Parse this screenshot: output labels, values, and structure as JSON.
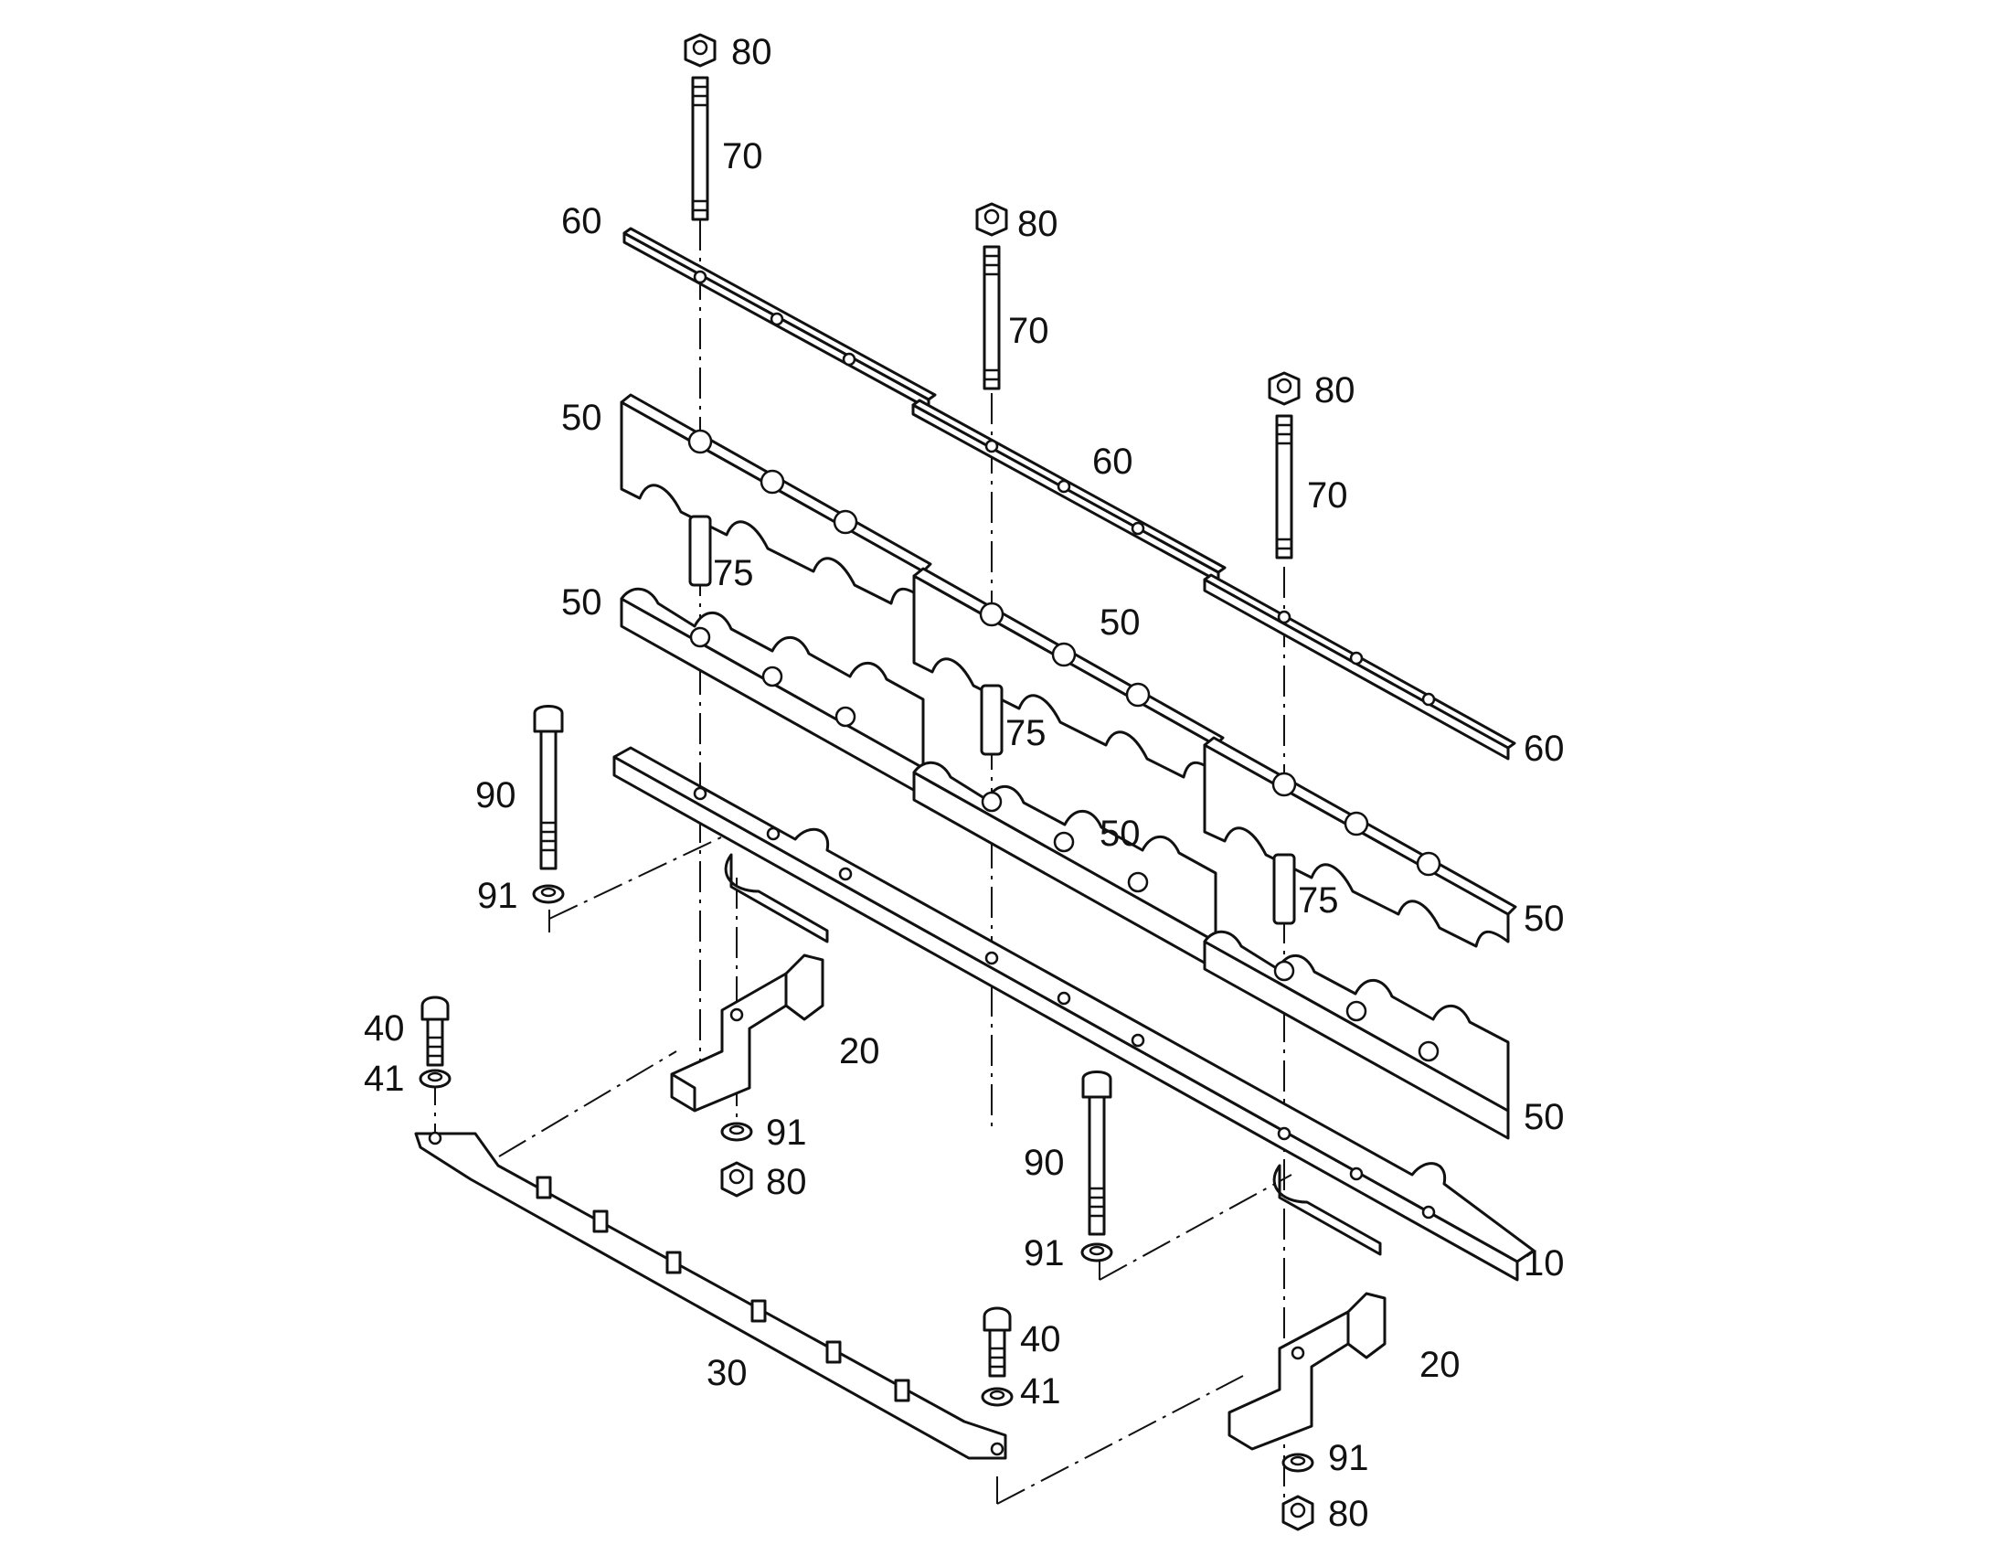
{
  "diagram": {
    "callouts": [
      {
        "id": "c1",
        "text": "80"
      },
      {
        "id": "c2",
        "text": "70"
      },
      {
        "id": "c3",
        "text": "60"
      },
      {
        "id": "c4",
        "text": "80"
      },
      {
        "id": "c5",
        "text": "70"
      },
      {
        "id": "c6",
        "text": "80"
      },
      {
        "id": "c7",
        "text": "60"
      },
      {
        "id": "c8",
        "text": "70"
      },
      {
        "id": "c9",
        "text": "50"
      },
      {
        "id": "c10",
        "text": "75"
      },
      {
        "id": "c11",
        "text": "50"
      },
      {
        "id": "c12",
        "text": "50"
      },
      {
        "id": "c13",
        "text": "75"
      },
      {
        "id": "c14",
        "text": "60"
      },
      {
        "id": "c15",
        "text": "90"
      },
      {
        "id": "c16",
        "text": "91"
      },
      {
        "id": "c17",
        "text": "50"
      },
      {
        "id": "c18",
        "text": "75"
      },
      {
        "id": "c19",
        "text": "50"
      },
      {
        "id": "c20",
        "text": "40"
      },
      {
        "id": "c21",
        "text": "20"
      },
      {
        "id": "c22",
        "text": "41"
      },
      {
        "id": "c23",
        "text": "91"
      },
      {
        "id": "c24",
        "text": "50"
      },
      {
        "id": "c25",
        "text": "80"
      },
      {
        "id": "c26",
        "text": "90"
      },
      {
        "id": "c27",
        "text": "91"
      },
      {
        "id": "c28",
        "text": "10"
      },
      {
        "id": "c29",
        "text": "40"
      },
      {
        "id": "c30",
        "text": "30"
      },
      {
        "id": "c31",
        "text": "41"
      },
      {
        "id": "c32",
        "text": "20"
      },
      {
        "id": "c33",
        "text": "91"
      },
      {
        "id": "c34",
        "text": "80"
      }
    ]
  }
}
